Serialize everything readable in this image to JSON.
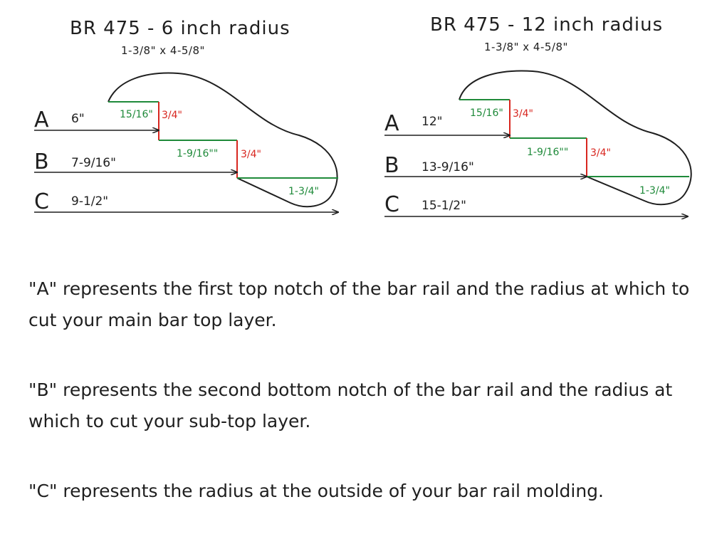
{
  "diagrams": [
    {
      "title": "BR 475 - 6 inch radius",
      "subtitle": "1-3/8\" x 4-5/8\"",
      "rows": [
        {
          "letter": "A",
          "distance": "6\""
        },
        {
          "letter": "B",
          "distance": "7-9/16\""
        },
        {
          "letter": "C",
          "distance": "9-1/2\""
        }
      ],
      "notch_labels": {
        "green_top": "15/16\"",
        "red_top": "3/4\"",
        "green_mid": "1-9/16\"\"",
        "red_mid": "3/4\"",
        "green_bottom": "1-3/4\""
      }
    },
    {
      "title": "BR 475 - 12 inch radius",
      "subtitle": "1-3/8\" x 4-5/8\"",
      "rows": [
        {
          "letter": "A",
          "distance": "12\""
        },
        {
          "letter": "B",
          "distance": "13-9/16\""
        },
        {
          "letter": "C",
          "distance": "15-1/2\""
        }
      ],
      "notch_labels": {
        "green_top": "15/16\"",
        "red_top": "3/4\"",
        "green_mid": "1-9/16\"\"",
        "red_mid": "3/4\"",
        "green_bottom": "1-3/4\""
      }
    }
  ],
  "descriptions": [
    "\"A\" represents the first top notch of the bar rail and the radius at which to cut your main bar top layer.",
    "\"B\" represents the second bottom notch of the bar rail and the radius at which to cut your sub-top layer.",
    "\"C\" represents the radius at the outside of your bar rail molding."
  ],
  "colors": {
    "green": "#1f8a3a",
    "red": "#d8261f",
    "ink": "#1f1f1f"
  }
}
